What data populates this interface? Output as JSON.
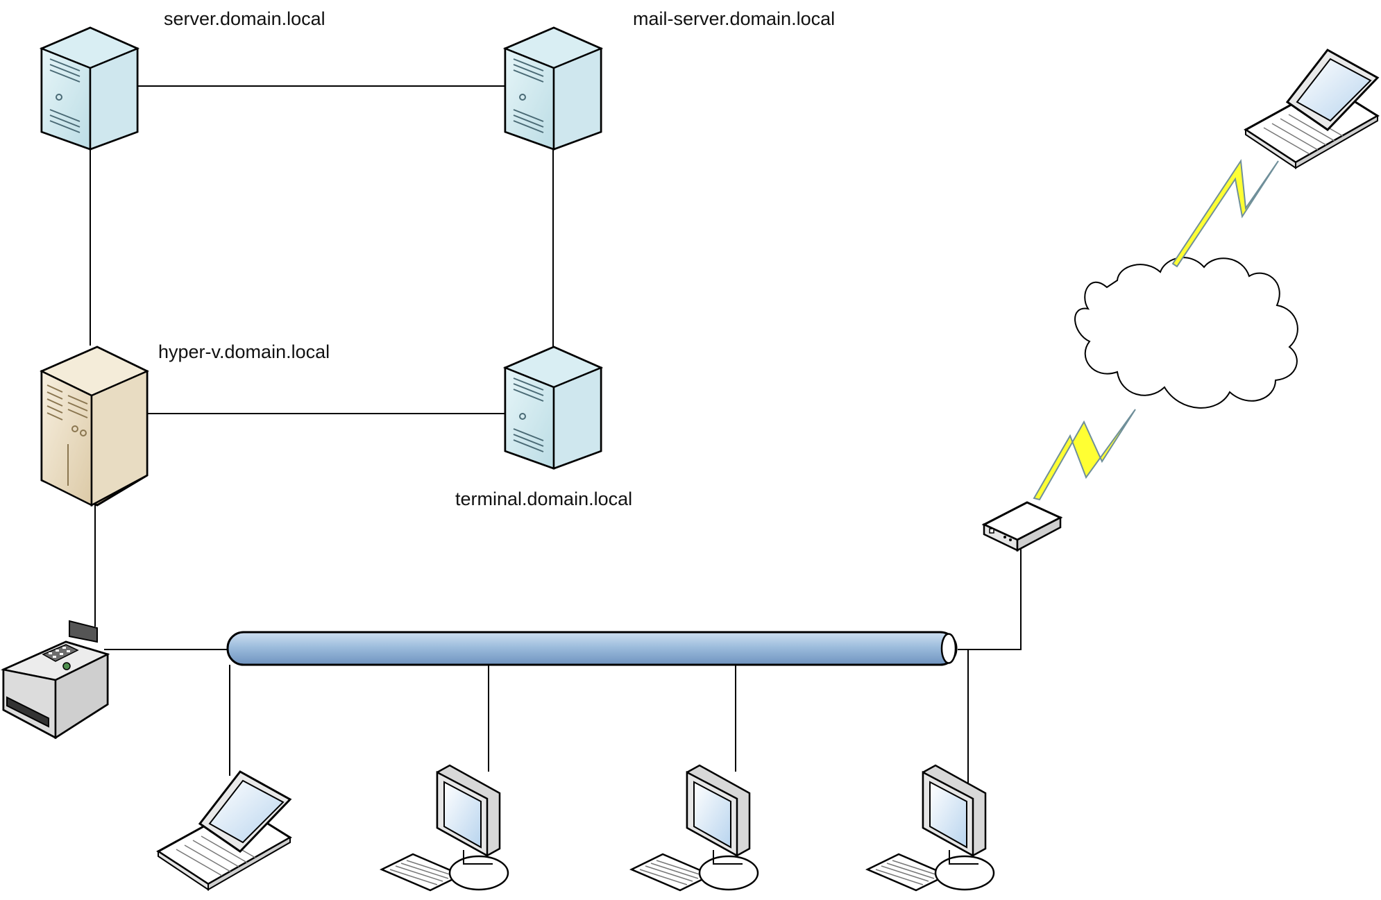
{
  "labels": {
    "server": "server.domain.local",
    "mail_server": "mail-server.domain.local",
    "hyper_v": "hyper-v.domain.local",
    "terminal": "terminal.domain.local"
  },
  "colors": {
    "server_fill": "#cde8ee",
    "server_dark": "#9fc7d2",
    "hyperv_fill": "#eee3cc",
    "hyperv_dark": "#c8b390",
    "bus_fill": "#8fb3d6",
    "lightning": "#ffff33",
    "line": "#000000"
  },
  "nodes": [
    {
      "name": "server",
      "icon": "tower-server-icon"
    },
    {
      "name": "mail-server",
      "icon": "tower-server-icon"
    },
    {
      "name": "hyper-v",
      "icon": "mainframe-server-icon"
    },
    {
      "name": "terminal",
      "icon": "tower-server-icon"
    },
    {
      "name": "printer",
      "icon": "printer-fax-icon"
    },
    {
      "name": "router",
      "icon": "router-icon"
    },
    {
      "name": "internet",
      "icon": "cloud-icon"
    },
    {
      "name": "remote-laptop",
      "icon": "laptop-icon"
    },
    {
      "name": "lan-laptop",
      "icon": "laptop-icon"
    },
    {
      "name": "workstation-1",
      "icon": "desktop-pc-icon"
    },
    {
      "name": "workstation-2",
      "icon": "desktop-pc-icon"
    },
    {
      "name": "workstation-3",
      "icon": "desktop-pc-icon"
    }
  ]
}
